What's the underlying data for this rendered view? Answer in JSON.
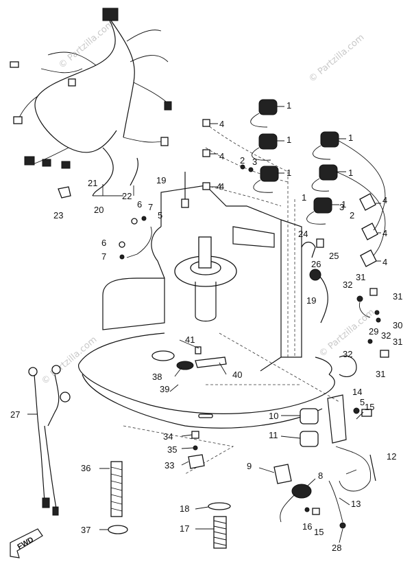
{
  "watermark": "© Partzilla.com",
  "fwd_label": "FWD",
  "callouts": [
    "1",
    "1",
    "1",
    "1",
    "1",
    "1",
    "1",
    "2",
    "2",
    "3",
    "3",
    "4",
    "4",
    "4",
    "4",
    "4",
    "4",
    "4",
    "5",
    "5",
    "6",
    "6",
    "7",
    "7",
    "8",
    "9",
    "10",
    "11",
    "12",
    "13",
    "14",
    "15",
    "15",
    "16",
    "17",
    "18",
    "19",
    "19",
    "20",
    "21",
    "22",
    "23",
    "24",
    "25",
    "26",
    "27",
    "28",
    "29",
    "30",
    "31",
    "31",
    "31",
    "31",
    "32",
    "32",
    "32",
    "33",
    "34",
    "35",
    "36",
    "37",
    "38",
    "39",
    "40",
    "41"
  ]
}
